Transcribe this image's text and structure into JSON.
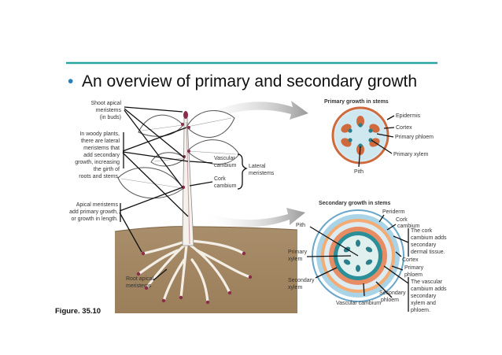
{
  "slide": {
    "bullet": "•",
    "title": "An overview of primary and secondary growth",
    "figure_label": "Figure. 35.10",
    "rule_color": "#2aa3a3"
  },
  "plant": {
    "shoot_apical": [
      "Shoot apical",
      "meristems",
      "(in buds)"
    ],
    "lateral_text": [
      "In woody plants,",
      "there are lateral",
      "meristems that",
      "add secondary",
      "growth, increasing",
      "the girth of",
      "roots and stems."
    ],
    "apical_text": [
      "Apical meristems",
      "add primary growth,",
      "or growth in length."
    ],
    "root_apical": [
      "Root apical",
      "meristems"
    ],
    "vascular_cambium": [
      "Vascular",
      "cambium"
    ],
    "cork_cambium": [
      "Cork",
      "cambium"
    ],
    "lateral_meristems": [
      "Lateral",
      "meristems"
    ]
  },
  "primary": {
    "heading": "Primary growth in stems",
    "epidermis": "Epidermis",
    "cortex": "Cortex",
    "primary_phloem": "Primary phloem",
    "primary_xylem": "Primary xylem",
    "pith": "Pith"
  },
  "secondary": {
    "heading": "Secondary growth in stems",
    "periderm": "Periderm",
    "cork_cambium": [
      "Cork",
      "cambium"
    ],
    "pith": "Pith",
    "cork_note": [
      "The cork",
      "cambium adds",
      "secondary",
      "dermal tissue."
    ],
    "primary_xylem": [
      "Primary",
      "xylem"
    ],
    "cortex": "Cortex",
    "primary_phloem": [
      "Primary",
      "phloem"
    ],
    "secondary_xylem": [
      "Secondary",
      "xylem"
    ],
    "secondary_phloem": [
      "Secondary",
      "phloem"
    ],
    "vascular_note": [
      "The vascular",
      "cambium adds",
      "secondary",
      "xylem and",
      "phloem."
    ],
    "vascular_cambium": "Vascular cambium"
  }
}
